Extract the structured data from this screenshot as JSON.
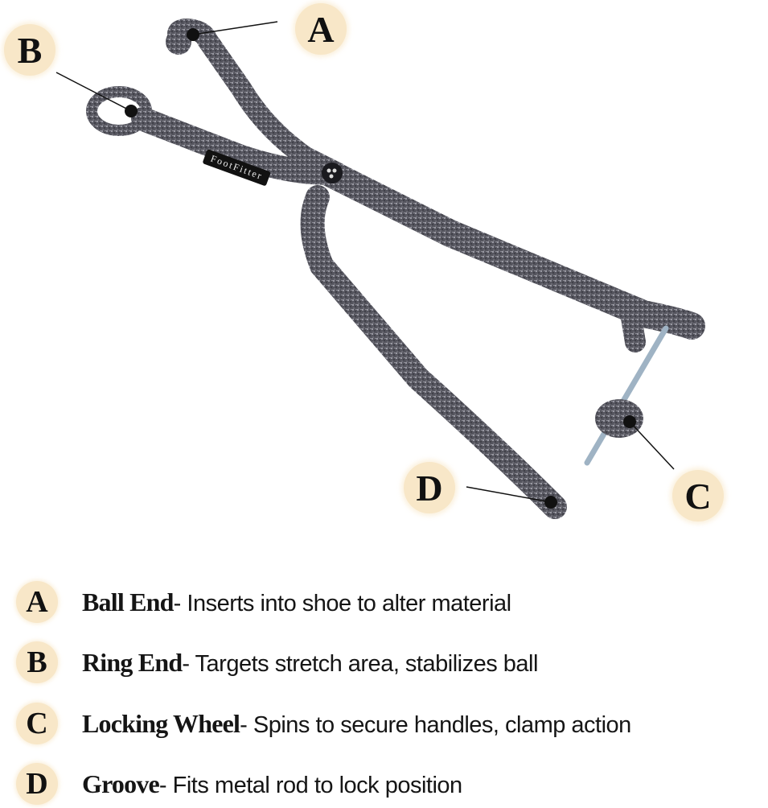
{
  "product": {
    "brand_label": "FootFitter",
    "colors": {
      "badge_bg": "#f8e7c8",
      "metal": "#5a5a62",
      "rod": "#9fb3c4",
      "text": "#151515"
    }
  },
  "callouts": [
    {
      "letter": "A",
      "target": "ball-end"
    },
    {
      "letter": "B",
      "target": "ring-end"
    },
    {
      "letter": "C",
      "target": "locking-wheel"
    },
    {
      "letter": "D",
      "target": "groove"
    }
  ],
  "legend": [
    {
      "letter": "A",
      "title": "Ball End",
      "desc": "- Inserts into shoe to alter material"
    },
    {
      "letter": "B",
      "title": "Ring End",
      "desc": "- Targets stretch area, stabilizes ball"
    },
    {
      "letter": "C",
      "title": "Locking Wheel",
      "desc": "- Spins to secure handles, clamp action"
    },
    {
      "letter": "D",
      "title": "Groove",
      "desc": "- Fits metal rod to lock position"
    }
  ]
}
